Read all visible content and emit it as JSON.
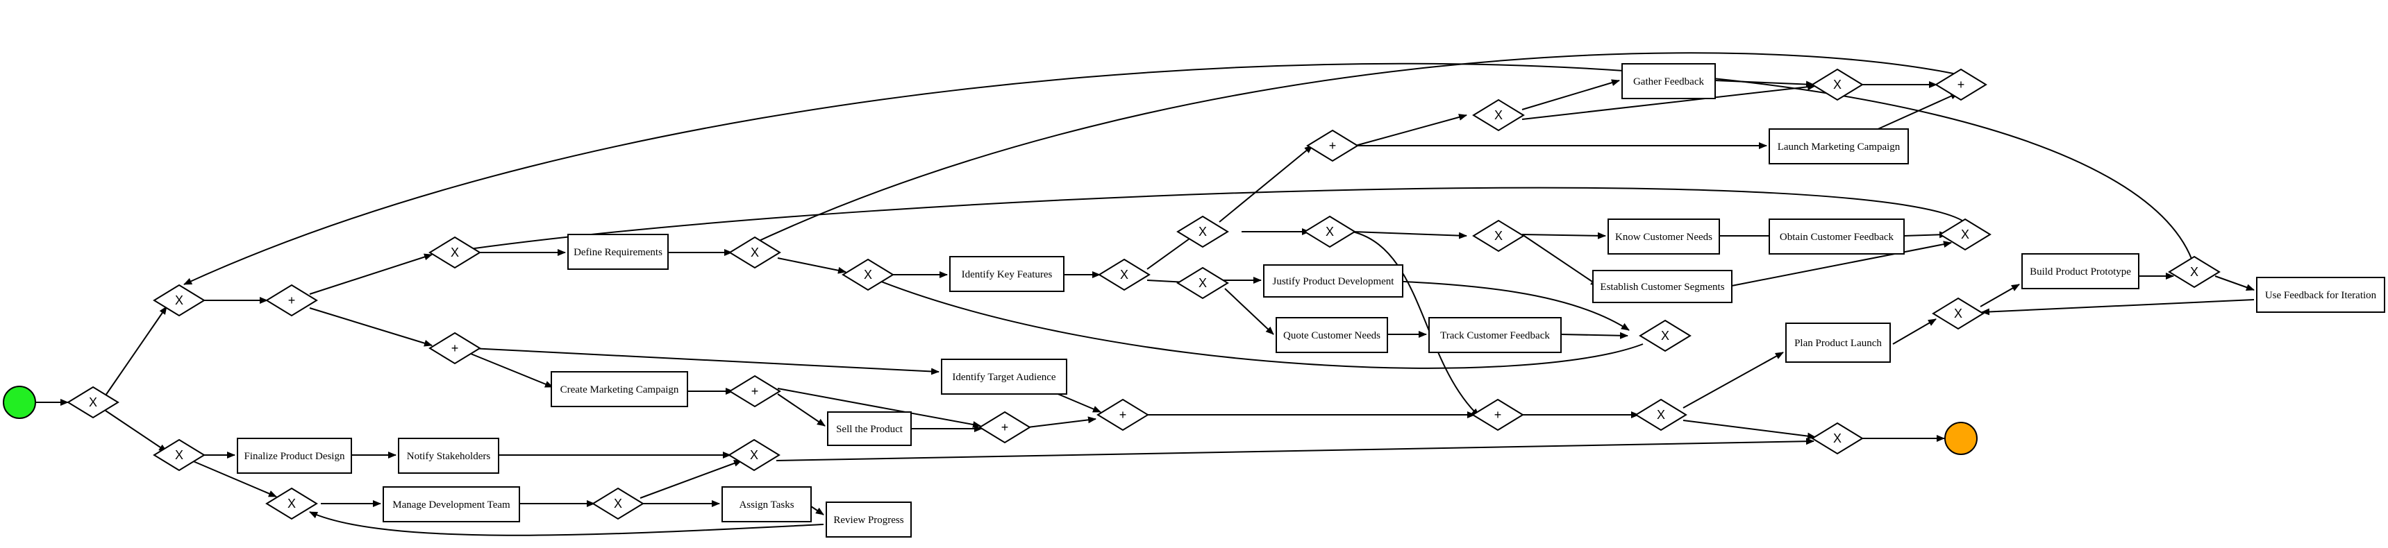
{
  "colors": {
    "start_event": "#22ee22",
    "end_event": "#ffa500",
    "stroke": "#000000",
    "fill": "#ffffff"
  },
  "tasks": {
    "define_requirements": "Define Requirements",
    "identify_key_features": "Identify Key Features",
    "gather_feedback": "Gather Feedback",
    "launch_marketing_campaign": "Launch Marketing Campaign",
    "know_customer_needs": "Know Customer Needs",
    "obtain_customer_feedback": "Obtain Customer Feedback",
    "establish_customer_segments": "Establish Customer Segments",
    "justify_product_development": "Justify Product Development",
    "quote_customer_needs": "Quote Customer Needs",
    "track_customer_feedback": "Track Customer Feedback",
    "identify_target_audience": "Identify Target Audience",
    "create_marketing_campaign": "Create Marketing Campaign",
    "sell_the_product": "Sell the Product",
    "finalize_product_design": "Finalize Product Design",
    "notify_stakeholders": "Notify Stakeholders",
    "manage_development_team": "Manage Development Team",
    "assign_tasks": "Assign Tasks",
    "review_progress": "Review Progress",
    "plan_product_launch": "Plan Product Launch",
    "build_product_prototype": "Build Product Prototype",
    "use_feedback_for_iteration": "Use Feedback for Iteration"
  },
  "gateway_symbols": {
    "exclusive": "X",
    "parallel": "+"
  }
}
